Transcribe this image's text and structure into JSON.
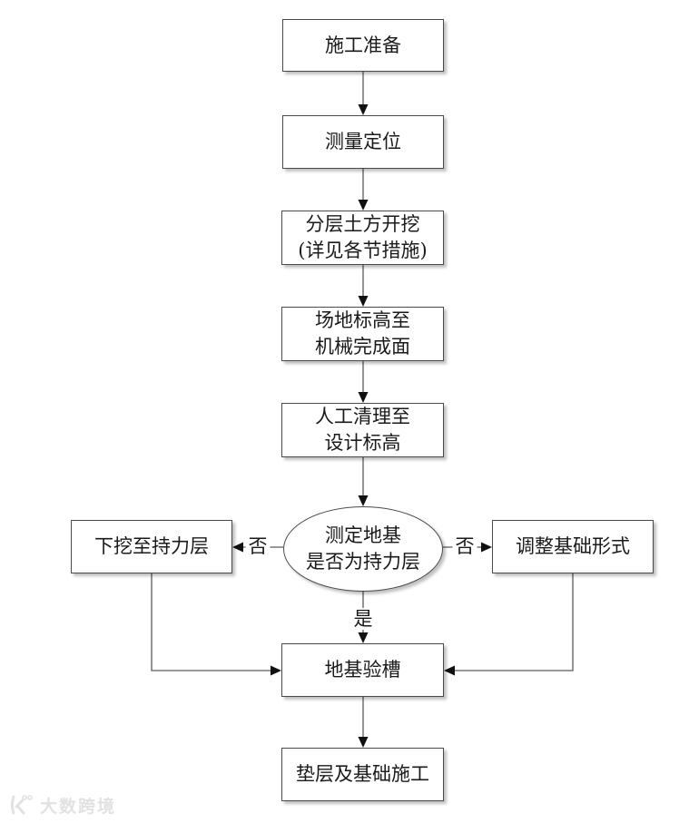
{
  "flowchart": {
    "nodes": [
      {
        "id": "prepare",
        "label": "施工准备"
      },
      {
        "id": "survey",
        "label": "测量定位"
      },
      {
        "id": "excavate",
        "label": "分层土方开挖\n(详见各节措施)"
      },
      {
        "id": "site-level",
        "label": "场地标高至\n机械完成面"
      },
      {
        "id": "manual-clean",
        "label": "人工清理至\n设计标高"
      },
      {
        "id": "decision",
        "label": "测定地基\n是否为持力层"
      },
      {
        "id": "dig-down",
        "label": "下挖至持力层"
      },
      {
        "id": "adjust",
        "label": "调整基础形式"
      },
      {
        "id": "inspect",
        "label": "地基验槽"
      },
      {
        "id": "cushion",
        "label": "垫层及基础施工"
      }
    ],
    "edge_labels": {
      "no_left": "否",
      "no_right": "否",
      "yes": "是"
    }
  },
  "watermark": {
    "text": "大数跨境"
  },
  "colors": {
    "line": "#5a5a5a",
    "arrow": "#111111",
    "border": "#4a4a4a",
    "text": "#1a1a1a",
    "watermark": "#e2e2e2"
  }
}
